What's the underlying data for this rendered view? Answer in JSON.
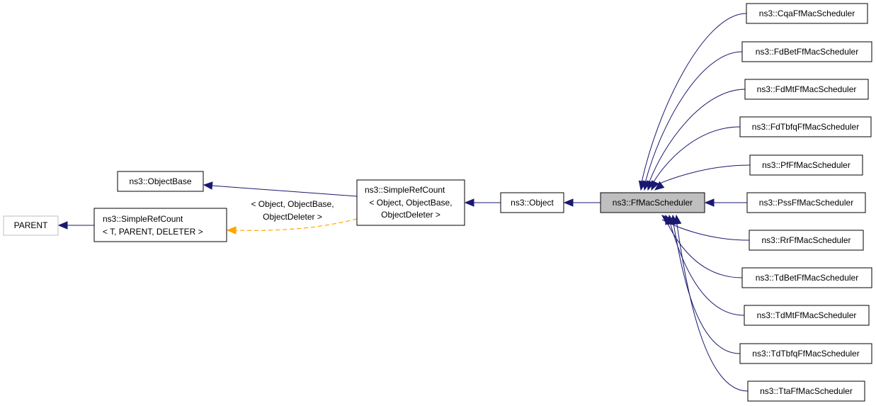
{
  "colors": {
    "edge": "#191970",
    "template_edge": "#ffa500",
    "focus_fill": "#bfbfbf",
    "external_border": "#bfbfbf"
  },
  "nodes": {
    "parent": "PARENT",
    "simple_ref_count_generic": [
      "ns3::SimpleRefCount",
      "< T, PARENT, DELETER >"
    ],
    "object_base": "ns3::ObjectBase",
    "simple_ref_count_object": [
      "ns3::SimpleRefCount",
      "< Object, ObjectBase,",
      "ObjectDeleter >"
    ],
    "object": "ns3::Object",
    "ff_mac_scheduler": "ns3::FfMacScheduler",
    "subclasses": [
      "ns3::CqaFfMacScheduler",
      "ns3::FdBetFfMacScheduler",
      "ns3::FdMtFfMacScheduler",
      "ns3::FdTbfqFfMacScheduler",
      "ns3::PfFfMacScheduler",
      "ns3::PssFfMacScheduler",
      "ns3::RrFfMacScheduler",
      "ns3::TdBetFfMacScheduler",
      "ns3::TdMtFfMacScheduler",
      "ns3::TdTbfqFfMacScheduler",
      "ns3::TtaFfMacScheduler"
    ]
  },
  "template_label": [
    "< Object, ObjectBase,",
    "ObjectDeleter >"
  ]
}
